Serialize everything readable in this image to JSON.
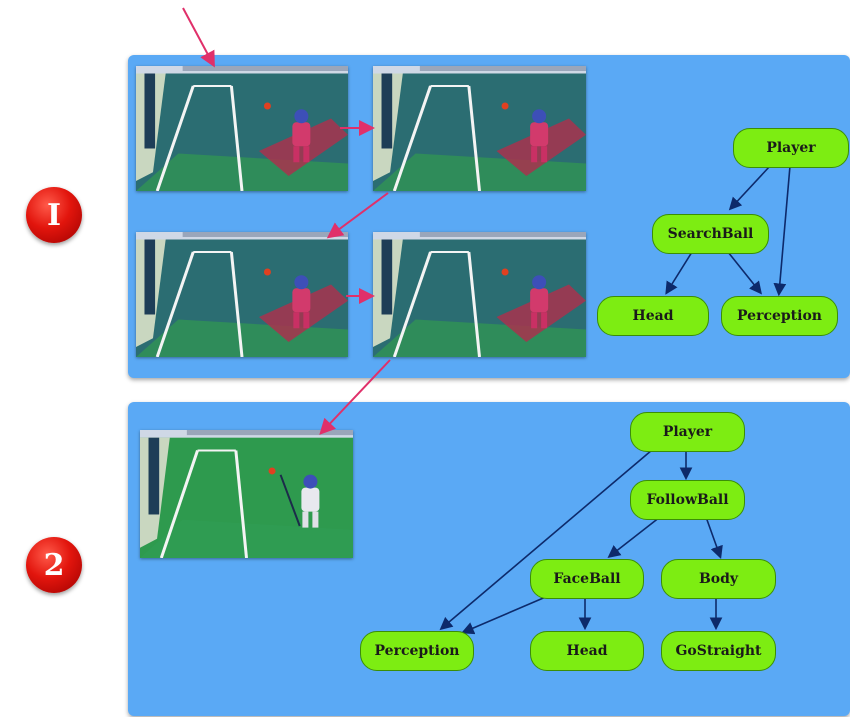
{
  "badges": {
    "one": "I",
    "two": "2"
  },
  "diagram_1": {
    "nodes": {
      "player": "Player",
      "searchball": "SearchBall",
      "head": "Head",
      "perception": "Perception"
    }
  },
  "diagram_2": {
    "nodes": {
      "player": "Player",
      "followball": "FollowBall",
      "faceball": "FaceBall",
      "body": "Body",
      "perception": "Perception",
      "head": "Head",
      "gostraight": "GoStraight"
    }
  },
  "colors": {
    "panel": "#5aa9f5",
    "node_fill": "#7ded12",
    "node_border": "#3b8e06",
    "badge": "#e2150d",
    "flow_arrow": "#e0306a",
    "tree_edge": "#0d2a6b"
  }
}
